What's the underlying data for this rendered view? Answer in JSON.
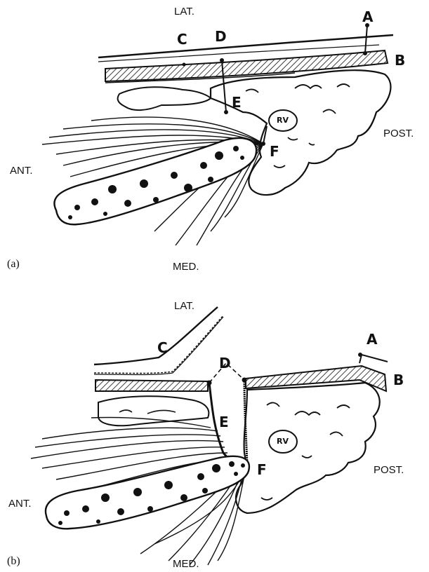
{
  "panels": [
    {
      "id": "a",
      "label": "(a)",
      "orientation": {
        "lat": "LAT.",
        "med": "MED.",
        "ant": "ANT.",
        "post": "POST."
      },
      "points": {
        "A": "A",
        "B": "B",
        "C": "C",
        "D": "D",
        "E": "E",
        "F": "F"
      },
      "structure": "RV"
    },
    {
      "id": "b",
      "label": "(b)",
      "orientation": {
        "lat": "LAT.",
        "med": "MED.",
        "ant": "ANT.",
        "post": "POST."
      },
      "points": {
        "A": "A",
        "B": "B",
        "C": "C",
        "D": "D",
        "E": "E",
        "F": "F"
      },
      "structure": "RV"
    }
  ]
}
